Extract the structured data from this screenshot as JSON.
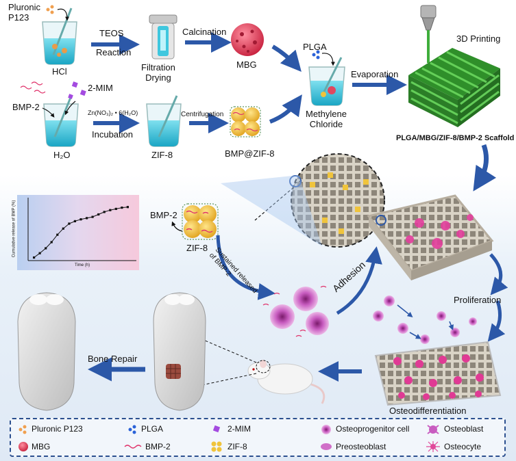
{
  "labels": {
    "pluronic": "Pluronic\nP123",
    "hcl": "HCl",
    "teos": "TEOS",
    "reaction": "Reaction",
    "filtration": "Filtration\nDrying",
    "calcination": "Calcination",
    "mbg": "MBG",
    "plga": "PLGA",
    "printing": "3D Printing",
    "evaporation": "Evaporation",
    "methylene": "Methylene\nChloride",
    "scaffold_title": "PLGA/MBG/ZIF-8/BMP-2 Scaffold",
    "mim": "2-MIM",
    "bmp2": "BMP-2",
    "h2o": "H₂O",
    "zinc": "Zn(NO₃)₂ • 6(H₂O)",
    "incubation": "Incubation",
    "zif8": "ZIF-8",
    "centrifugation": "Centrifugation",
    "bmpzif": "BMP@ZIF-8",
    "bmp2_mid": "BMP-2",
    "zif8_mid": "ZIF-8",
    "sustained": "Sustained released\nof BMP-2",
    "adhesion": "Adhesion",
    "proliferation": "Proliferation",
    "osteodiff": "Osteodifferentiation",
    "bone_repair": "Bone Repair"
  },
  "chart_data": {
    "type": "line",
    "title": "",
    "xlabel": "Time (h)",
    "ylabel": "Cumulative release of BMP (%)",
    "x": [
      1,
      2,
      3,
      4,
      5,
      6,
      7,
      8,
      9,
      10,
      11,
      12,
      13,
      14,
      15,
      16,
      17
    ],
    "y": [
      5,
      12,
      20,
      30,
      42,
      52,
      60,
      64,
      67,
      69,
      71,
      75,
      79,
      82,
      84,
      86,
      87
    ],
    "xlim": [
      0,
      18
    ],
    "ylim": [
      0,
      100
    ],
    "grid": false,
    "color": "#111111"
  },
  "legend": [
    {
      "label": "Pluronic P123",
      "icon": "pluronic-dots-icon"
    },
    {
      "label": "PLGA",
      "icon": "plga-dots-icon"
    },
    {
      "label": "2-MIM",
      "icon": "mim-diamond-icon"
    },
    {
      "label": "Osteoprogenitor cell",
      "icon": "osteoprogenitor-icon"
    },
    {
      "label": "Osteoblast",
      "icon": "osteoblast-icon"
    },
    {
      "label": "MBG",
      "icon": "mbg-sphere-icon"
    },
    {
      "label": "BMP-2",
      "icon": "bmp2-wave-icon"
    },
    {
      "label": "ZIF-8",
      "icon": "zif8-cluster-icon"
    },
    {
      "label": "Preosteoblast",
      "icon": "preosteoblast-icon"
    },
    {
      "label": "Osteocyte",
      "icon": "osteocyte-icon"
    }
  ],
  "colors": {
    "arrow": "#2c58a8",
    "scaffold": "#3fae3c",
    "beaker_liquid": "#48c8df",
    "mbg": "#e0485f",
    "zif8": "#f0c43c",
    "cell": "#c0449c"
  }
}
